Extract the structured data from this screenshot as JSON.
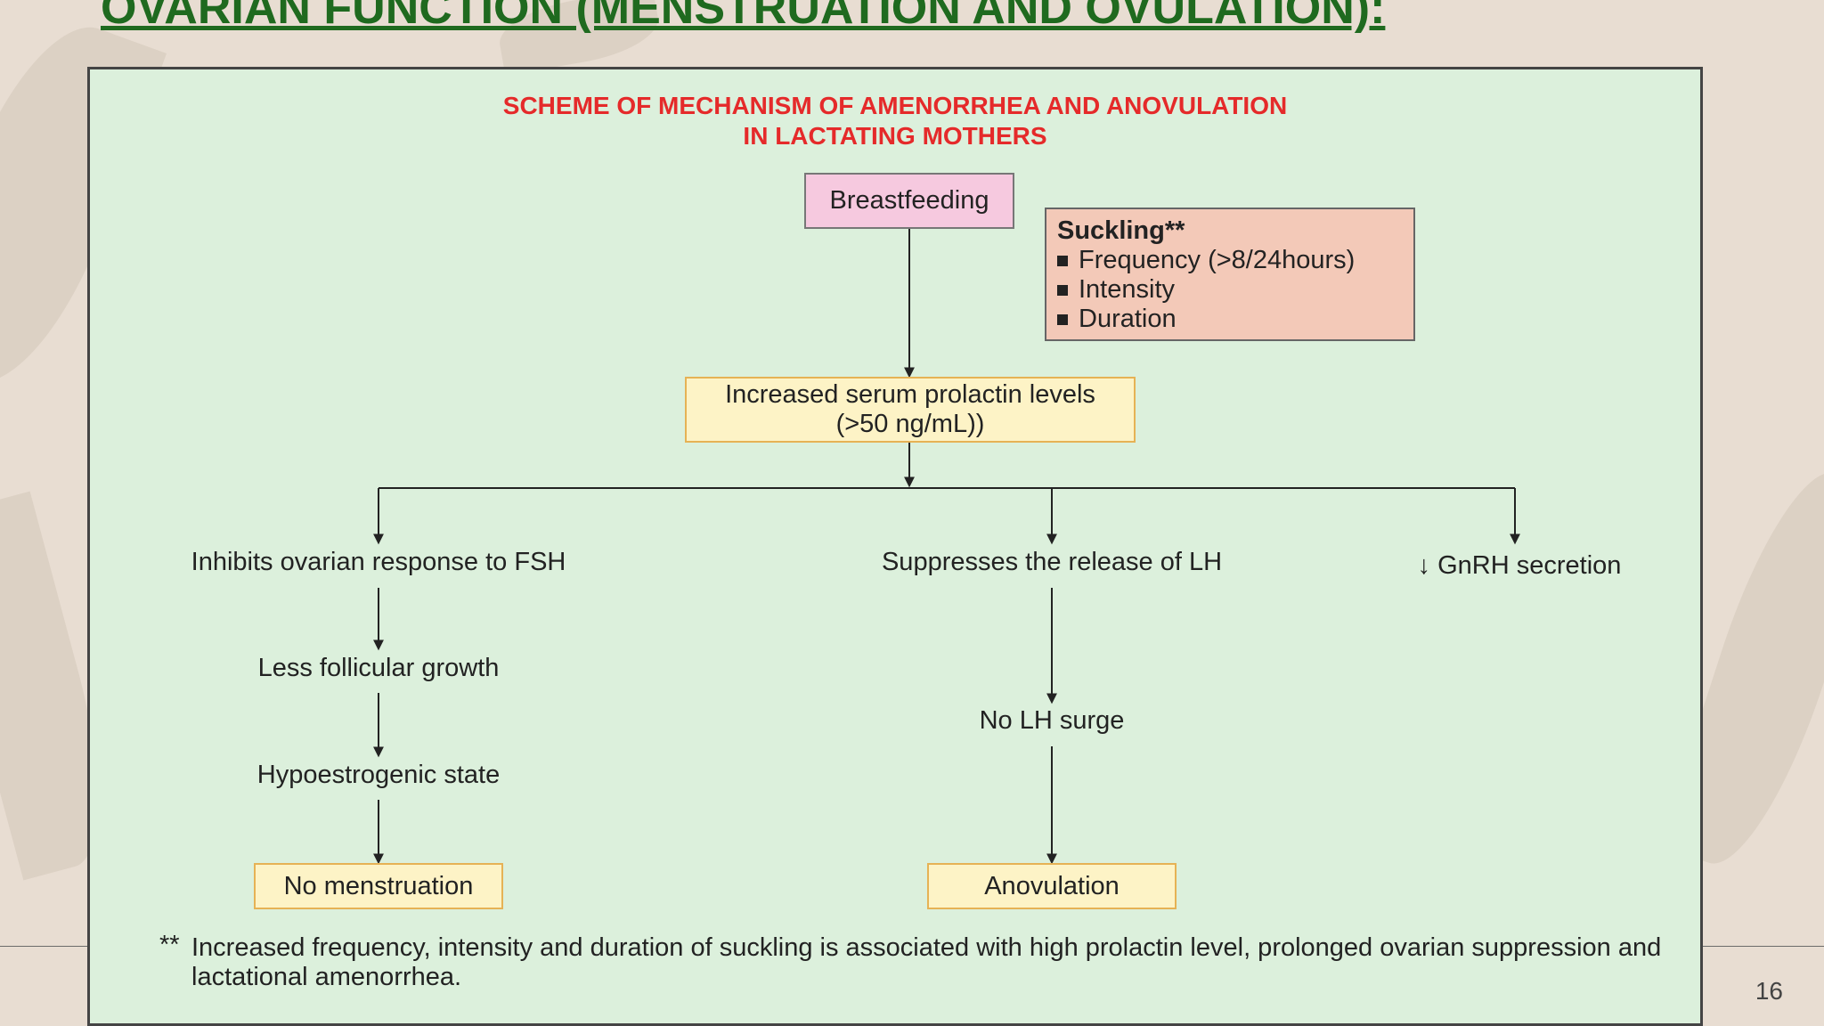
{
  "slide": {
    "title": "OVARIAN FUNCTION (MENSTRUATION AND OVULATION):",
    "page_number": "16"
  },
  "figure": {
    "title_line1": "SCHEME OF MECHANISM OF AMENORRHEA AND ANOVULATION",
    "title_line2": "IN LACTATING MOTHERS",
    "breastfeeding": "Breastfeeding",
    "suckling": {
      "heading": "Suckling**",
      "items": [
        "Frequency (>8/24hours)",
        "Intensity",
        "Duration"
      ]
    },
    "prolactin_line1": "Increased serum prolactin levels",
    "prolactin_line2": "(>50 ng/mL))",
    "branch_left": "Inhibits ovarian  response to FSH",
    "branch_middle": "Suppresses the release of LH",
    "branch_right": "↓ GnRH secretion",
    "left_step1": "Less follicular growth",
    "left_step2": "Hypoestrogenic state",
    "left_outcome": "No menstruation",
    "middle_step1": "No LH surge",
    "middle_outcome": "Anovulation",
    "footnote_marker": "**",
    "footnote": "Increased frequency, intensity and duration of suckling is associated with high prolactin level, prolonged ovarian suppression and lactational amenorrhea."
  },
  "colors": {
    "title_green": "#1f6a1f",
    "figure_bg": "#dcf0dc",
    "figure_title_red": "#e52a2a",
    "node_pink": "#f6c9df",
    "node_yellow": "#fdf3c6",
    "node_salmon": "#f3c9b8"
  }
}
